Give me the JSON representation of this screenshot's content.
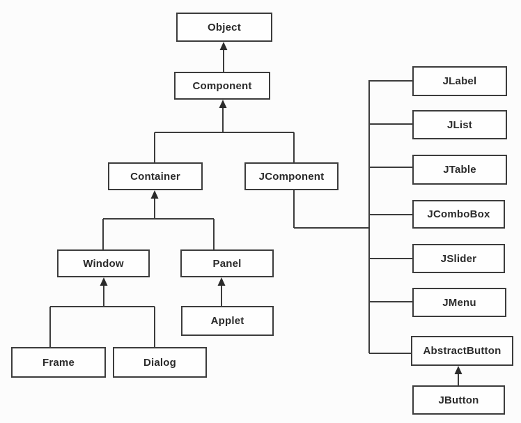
{
  "diagram": {
    "kind": "class-hierarchy",
    "colors": {
      "background": "#fcfcfc",
      "line": "#3c3c3c",
      "text": "#2b2b2b",
      "node_fill": "#fefefe"
    },
    "nodes": {
      "object": {
        "label": "Object"
      },
      "component": {
        "label": "Component"
      },
      "container": {
        "label": "Container"
      },
      "jcomponent": {
        "label": "JComponent"
      },
      "window": {
        "label": "Window"
      },
      "panel": {
        "label": "Panel"
      },
      "applet": {
        "label": "Applet"
      },
      "frame": {
        "label": "Frame"
      },
      "dialog": {
        "label": "Dialog"
      },
      "jlabel": {
        "label": "JLabel"
      },
      "jlist": {
        "label": "JList"
      },
      "jtable": {
        "label": "JTable"
      },
      "jcombobox": {
        "label": "JComboBox"
      },
      "jslider": {
        "label": "JSlider"
      },
      "jmenu": {
        "label": "JMenu"
      },
      "abstractbutton": {
        "label": "AbstractButton"
      },
      "jbutton": {
        "label": "JButton"
      }
    },
    "edges": [
      {
        "from": "Component",
        "to": "Object",
        "style": "arrow"
      },
      {
        "from": "Container",
        "to": "Component",
        "style": "arrow"
      },
      {
        "from": "JComponent",
        "to": "Component",
        "style": "arrow"
      },
      {
        "from": "Window",
        "to": "Container",
        "style": "arrow"
      },
      {
        "from": "Panel",
        "to": "Container",
        "style": "arrow"
      },
      {
        "from": "Frame",
        "to": "Window",
        "style": "arrow"
      },
      {
        "from": "Dialog",
        "to": "Window",
        "style": "arrow"
      },
      {
        "from": "Applet",
        "to": "Panel",
        "style": "arrow"
      },
      {
        "from": "JLabel",
        "to": "JComponent",
        "style": "line"
      },
      {
        "from": "JList",
        "to": "JComponent",
        "style": "line"
      },
      {
        "from": "JTable",
        "to": "JComponent",
        "style": "line"
      },
      {
        "from": "JComboBox",
        "to": "JComponent",
        "style": "line"
      },
      {
        "from": "JSlider",
        "to": "JComponent",
        "style": "line"
      },
      {
        "from": "JMenu",
        "to": "JComponent",
        "style": "line"
      },
      {
        "from": "AbstractButton",
        "to": "JComponent",
        "style": "line"
      },
      {
        "from": "JButton",
        "to": "AbstractButton",
        "style": "arrow"
      }
    ]
  }
}
